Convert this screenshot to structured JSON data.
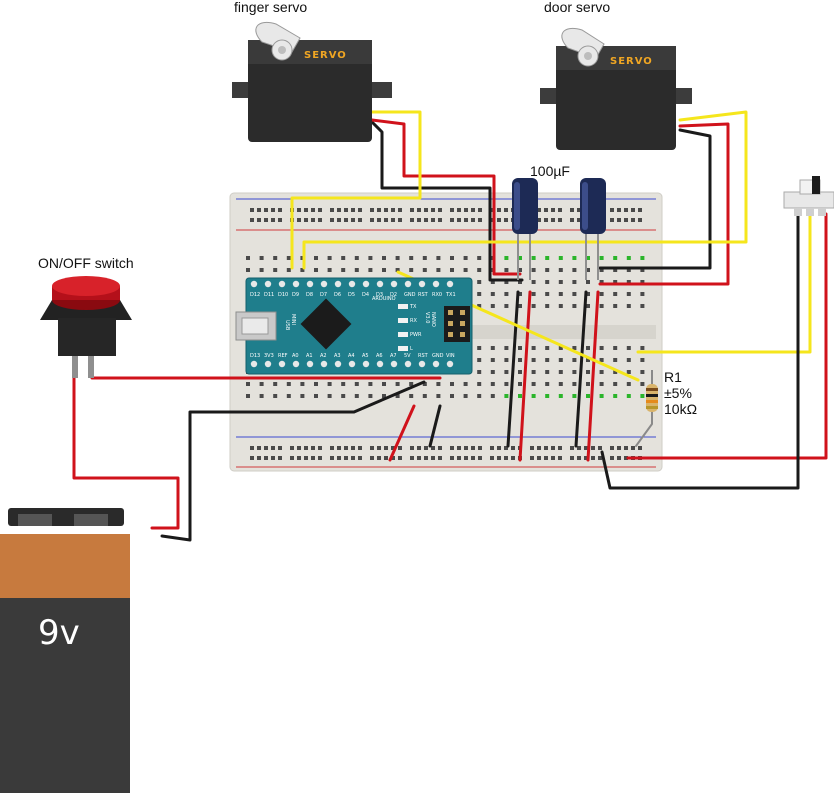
{
  "labels": {
    "finger_servo": "finger servo",
    "door_servo": "door servo",
    "capacitor": "100µF",
    "switch": "ON/OFF switch",
    "resistor_name": "R1",
    "resistor_tolerance": "±5%",
    "resistor_value": "10kΩ",
    "battery": "9v",
    "servo_brand": "SERVO"
  },
  "board": {
    "name": "ARDUINO",
    "model_line1": "NANO",
    "model_line2": "V3.0",
    "top_pins": [
      "D12",
      "D11",
      "D10",
      "D9",
      "D8",
      "D7",
      "D6",
      "D5",
      "D4",
      "D3",
      "D2",
      "GND",
      "RST",
      "RX0",
      "TX1"
    ],
    "bottom_pins": [
      "D13",
      "3V3",
      "REF",
      "A0",
      "A1",
      "A2",
      "A3",
      "A4",
      "A5",
      "A6",
      "A7",
      "5V",
      "RST",
      "GND",
      "VIN"
    ],
    "usb_label": "USB",
    "mini_label": "MINI",
    "led_labels": [
      "TX",
      "RX",
      "PWR",
      "L"
    ]
  },
  "colors": {
    "wire_red": "#d0121b",
    "wire_black": "#1a1a1a",
    "wire_yellow": "#f5e61c",
    "wire_grey": "#8a8a8a",
    "breadboard": "#e4e2dc",
    "nano_board": "#1f7e8c",
    "servo_body": "#2b2b2b",
    "battery_top": "#c77a3e",
    "battery_bottom": "#3a3a3a",
    "switch_cap": "#c0121a",
    "capacitor": "#1d2a55"
  }
}
